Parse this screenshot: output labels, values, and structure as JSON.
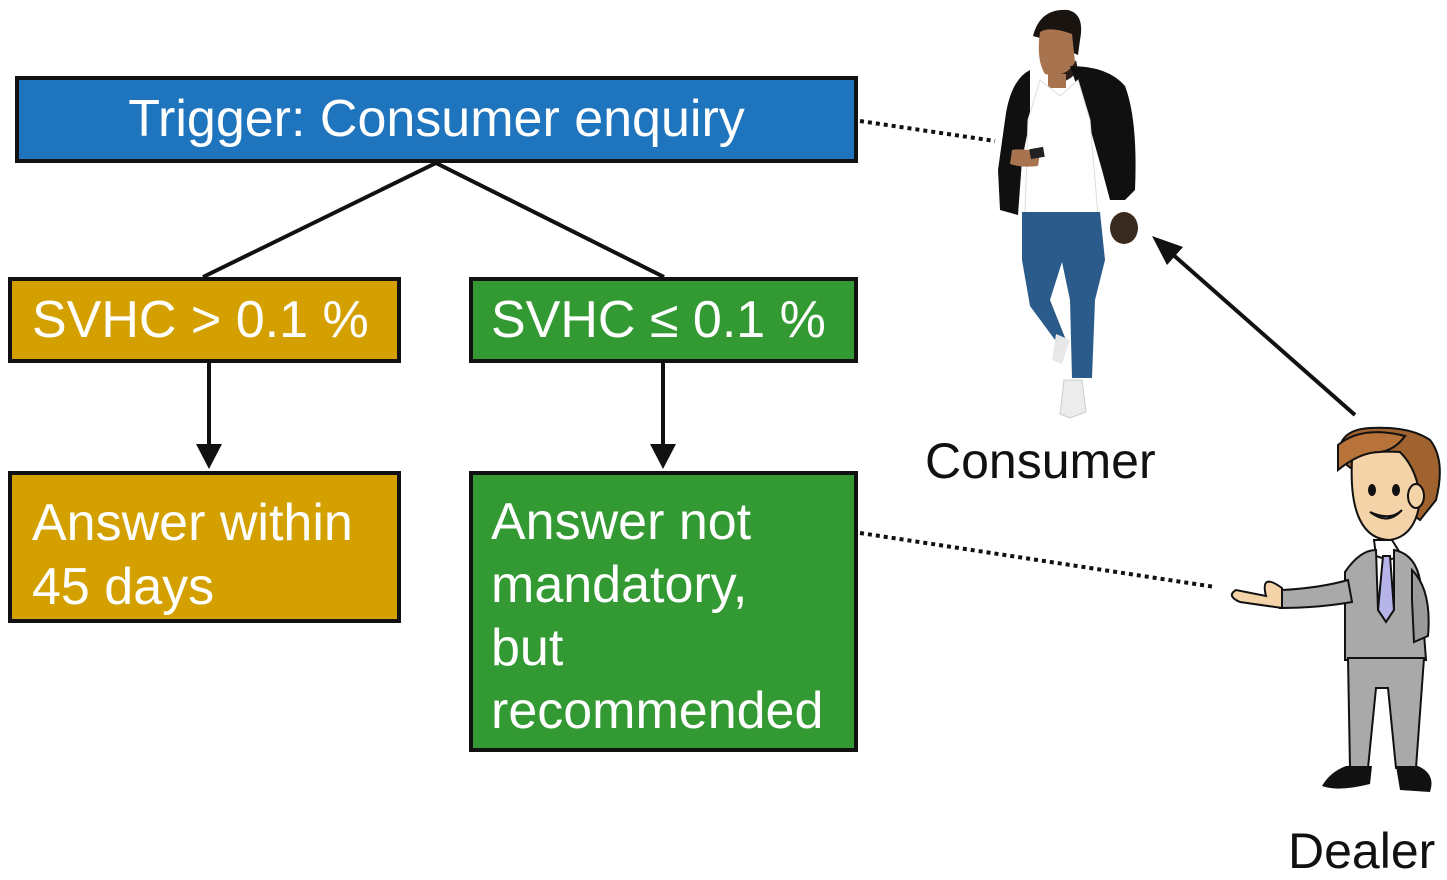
{
  "colors": {
    "trigger": "#1e74bd",
    "above_threshold": "#d4a000",
    "below_threshold": "#339933",
    "border": "#111111"
  },
  "trigger": {
    "label": "Trigger: Consumer enquiry"
  },
  "branches": [
    {
      "condition": "SVHC > 0.1 %",
      "answer_lines": [
        "Answer within",
        "45 days"
      ]
    },
    {
      "condition": "SVHC ≤ 0.1 %",
      "answer_lines": [
        "Answer not",
        "mandatory,",
        "but",
        "recommended"
      ]
    }
  ],
  "people": {
    "consumer": {
      "label": "Consumer",
      "icon": "walking-man-icon"
    },
    "dealer": {
      "label": "Dealer",
      "icon": "salesman-icon"
    }
  }
}
